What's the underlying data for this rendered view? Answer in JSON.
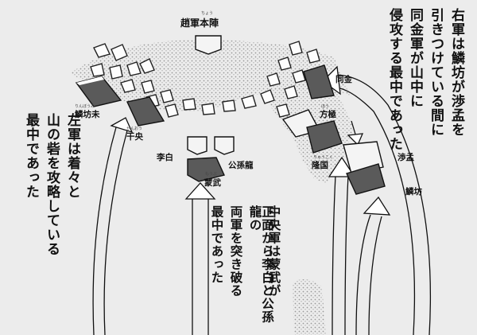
{
  "hq_label": "趙軍本陣",
  "hq_ruby": "ちょう",
  "units": {
    "rin_bo_mi": "鱗坊未",
    "rin_bo_mi_ruby": "りんぼうみ",
    "kanou": "干央",
    "kanou_ruby": "かんおう",
    "rihaku": "李白",
    "kousonryuu": "公孫龍",
    "mobu": "蒙武",
    "mobu_ruby": "もうぶ",
    "dokin": "同金",
    "houmu": "方極",
    "houmu_ruby": "ほう",
    "ryuukoku": "隆国",
    "ryuukoku_ruby": "りゅうこく",
    "shomou": "渉孟",
    "rinbou": "鱗坊"
  },
  "captions": {
    "right": [
      "右軍は鱗坊が渉孟を",
      "引きつけている間に",
      "同金軍が山中に",
      "侵攻する最中であった"
    ],
    "left": [
      "左軍は着々と",
      "山の砦を攻略している",
      "最中であった"
    ],
    "center": [
      "中央軍は蒙武が",
      "正面から李白と公孫龍の",
      "両軍を突き破る",
      "最中であった"
    ]
  },
  "colors": {
    "paper": "#ececec",
    "ink": "#111111",
    "unit_dark": "#5a5a5a",
    "unit_light": "#f4f4f4"
  }
}
